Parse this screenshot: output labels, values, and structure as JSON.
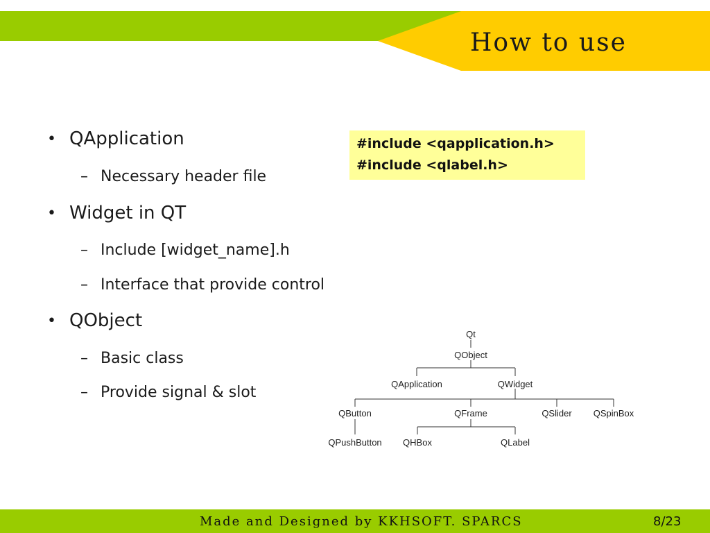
{
  "slide": {
    "title": "How to use",
    "bullets": [
      {
        "text": "QApplication",
        "subs": [
          "Necessary header file"
        ]
      },
      {
        "text": "Widget in QT",
        "subs": [
          "Include [widget_name].h",
          "Interface that provide control"
        ]
      },
      {
        "text": "QObject",
        "subs": [
          "Basic class",
          "Provide signal & slot"
        ]
      }
    ],
    "code": [
      "#include <qapplication.h>",
      "#include <qlabel.h>"
    ],
    "bullet_glyph": "•",
    "sub_glyph": "–"
  },
  "diagram": {
    "root": "Qt",
    "qobject": "QObject",
    "qapplication": "QApplication",
    "qwidget": "QWidget",
    "qbutton": "QButton",
    "qframe": "QFrame",
    "qslider": "QSlider",
    "qspinbox": "QSpinBox",
    "qpushbutton": "QPushButton",
    "qhbox": "QHBox",
    "qlabel": "QLabel"
  },
  "footer": {
    "credit": "Made and Designed by KKHSOFT. SPARCS",
    "page": "8/23"
  },
  "colors": {
    "accent_green": "#99cc00",
    "title_yellow": "#ffcc00",
    "code_bg": "#ffff99"
  }
}
